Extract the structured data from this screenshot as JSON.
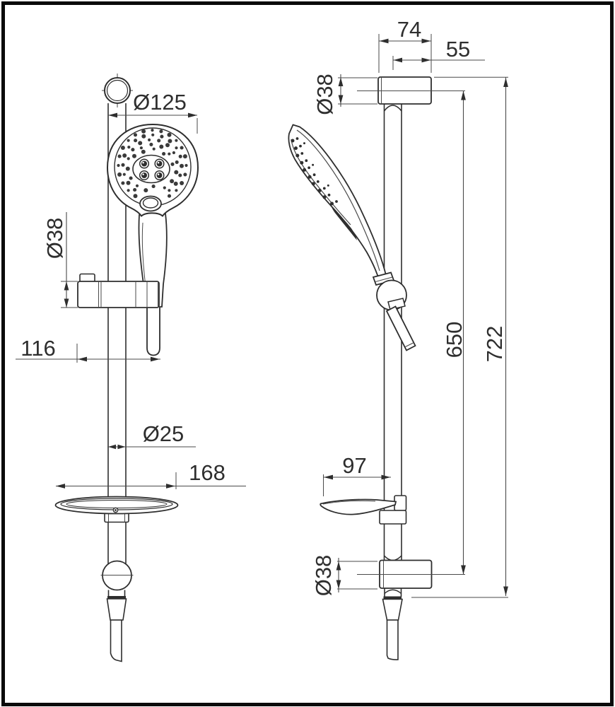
{
  "drawing": {
    "subject": "hand-shower-slide-bar-technical-drawing",
    "views": {
      "front_view": {
        "dims": {
          "head_diameter": "Ø125",
          "holder_diameter": "Ø38",
          "holder_offset": "116",
          "rail_diameter": "Ø25",
          "soap_dish_width": "168"
        }
      },
      "side_view": {
        "dims": {
          "bracket_depth": "74",
          "wall_offset": "55",
          "bracket_diameter_top": "Ø38",
          "bar_length": "650",
          "total_height": "722",
          "soap_dish_depth": "97",
          "bracket_diameter_bottom": "Ø38"
        }
      }
    },
    "colors": {
      "line": "#2e2e2e",
      "thin_line": "#4a4a4a",
      "frame": "#0a0a0a",
      "background": "#ffffff",
      "text": "#2e2e2e"
    }
  }
}
